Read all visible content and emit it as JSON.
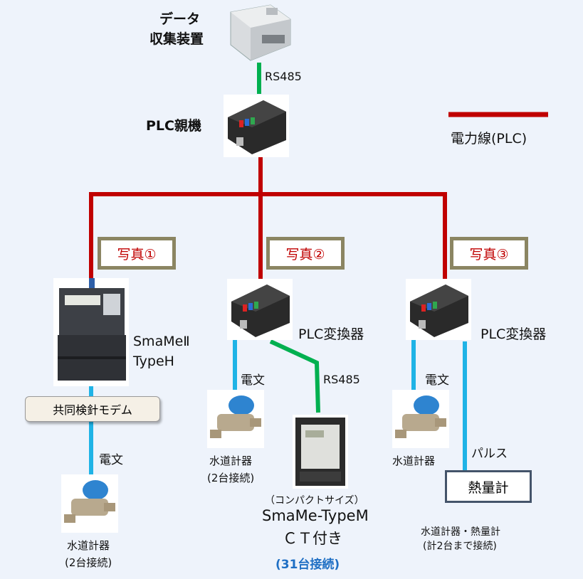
{
  "collector": {
    "label_line1": "データ",
    "label_line2": "収集装置"
  },
  "plc_master": {
    "label": "PLC親機"
  },
  "links": {
    "rs485_top": "RS485",
    "rs485_mid": "RS485",
    "denbun_left": "電文",
    "denbun_mid": "電文",
    "denbun_right": "電文",
    "pulse": "パルス"
  },
  "legend": {
    "label": "電力線(PLC)",
    "color": "#c00000"
  },
  "photos": [
    "写真①",
    "写真②",
    "写真③"
  ],
  "smame2": {
    "line1": "SmaMeⅡ",
    "line2": "TypeH"
  },
  "converters": [
    "PLC変換器",
    "PLC変換器"
  ],
  "modem": {
    "label": "共同検針モデム"
  },
  "water_left": {
    "line1": "水道計器",
    "line2": "(2台接続)"
  },
  "water_mid": {
    "line1": "水道計器",
    "line2": "(2台接続)"
  },
  "water_right": {
    "line1": "水道計器"
  },
  "smame_m": {
    "line1": "（コンパクトサイズ）",
    "line2": "SmaMe-TypeM",
    "line3": "ＣＴ付き",
    "note": "(31台接続)"
  },
  "heat_meter": {
    "label": "熱量計"
  },
  "right_note": {
    "line1": "水道計器・熱量計",
    "line2": "(計2台まで接続)"
  },
  "colors": {
    "power_line": "#c00000",
    "rs485": "#00b050",
    "telegram": "#1fb3e6",
    "box_border": "#8b8562",
    "accent_blue": "#1f6fc4"
  }
}
